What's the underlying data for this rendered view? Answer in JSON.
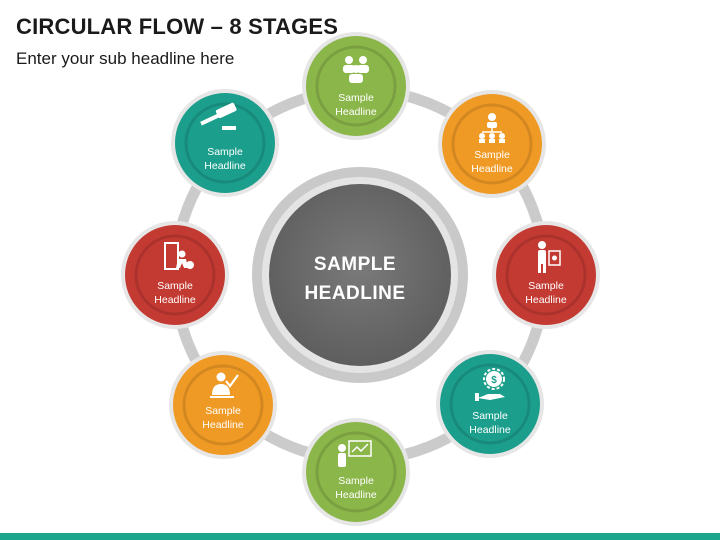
{
  "title": "CIRCULAR FLOW – 8 STAGES",
  "subtitle": "Enter your sub headline here",
  "center": {
    "line1": "SAMPLE",
    "line2": "HEADLINE"
  },
  "stages": [
    {
      "line1": "Sample",
      "line2": "Headline",
      "color": "#8bb64a",
      "icon": "people-group-icon"
    },
    {
      "line1": "Sample",
      "line2": "Headline",
      "color": "#ef9a25",
      "icon": "org-chart-icon"
    },
    {
      "line1": "Sample",
      "line2": "Headline",
      "color": "#c33a33",
      "icon": "presenter-board-icon"
    },
    {
      "line1": "Sample",
      "line2": "Headline",
      "color": "#1c9e8c",
      "icon": "dollar-gear-hand-icon"
    },
    {
      "line1": "Sample",
      "line2": "Headline",
      "color": "#8bb64a",
      "icon": "presentation-chart-icon"
    },
    {
      "line1": "Sample",
      "line2": "Headline",
      "color": "#ef9a25",
      "icon": "person-checkmark-icon"
    },
    {
      "line1": "Sample",
      "line2": "Headline",
      "color": "#c33a33",
      "icon": "person-door-exit-icon"
    },
    {
      "line1": "Sample",
      "line2": "Headline",
      "color": "#1c9e8c",
      "icon": "gavel-icon"
    }
  ],
  "colors": {
    "ring": "#cbcbcb",
    "center": "#6e6e6e",
    "center_outer": "#c9c9c9",
    "accent_bar": "#1aa58c"
  }
}
